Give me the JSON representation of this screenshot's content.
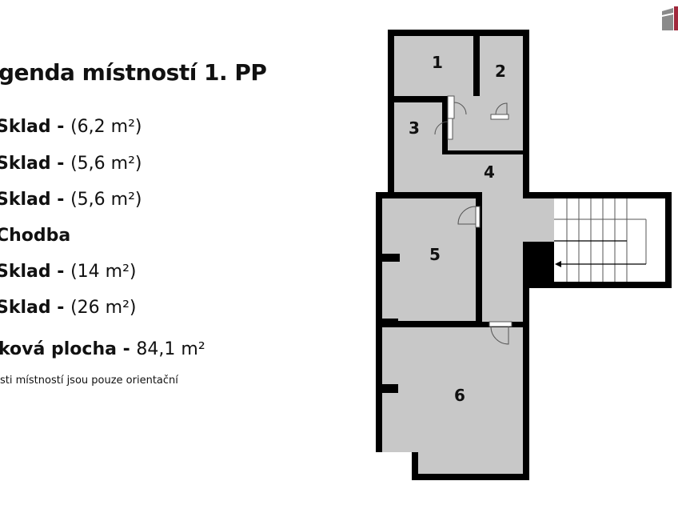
{
  "legend": {
    "title": "genda místností 1. PP",
    "items": [
      {
        "name": "Sklad",
        "sep": " - ",
        "area": "(6,2 m²)"
      },
      {
        "name": "Sklad",
        "sep": " - ",
        "area": "(5,6 m²)"
      },
      {
        "name": "Sklad",
        "sep": " - ",
        "area": "(5,6 m²)"
      },
      {
        "name": "Chodba",
        "sep": "",
        "area": ""
      },
      {
        "name": "Sklad",
        "sep": " - ",
        "area": "(14 m²)"
      },
      {
        "name": "Sklad",
        "sep": " - ",
        "area": "(26 m²)"
      }
    ],
    "total_label": "ková plocha - ",
    "total_value": "84,1 m²",
    "note": "sti místností jsou pouze orientační"
  },
  "plan": {
    "rooms": [
      "1",
      "2",
      "3",
      "4",
      "5",
      "6"
    ],
    "colors": {
      "wall": "#000000",
      "room": "#c8c8c8",
      "stairs": "#ffffff",
      "logo_gray": "#8a8a8a",
      "logo_red": "#a0283c"
    }
  }
}
